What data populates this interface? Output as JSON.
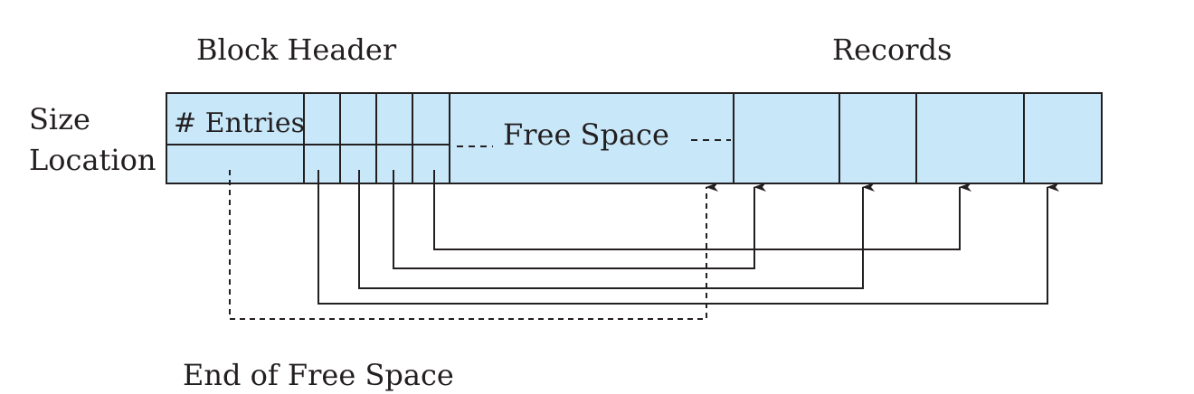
{
  "labels": {
    "block_header": "Block Header",
    "records": "Records",
    "size": "Size",
    "location": "Location",
    "entries": "# Entries",
    "free_space": "Free Space",
    "end_of_free_space": "End of Free Space"
  },
  "colors": {
    "fill": "#c8e8fa",
    "stroke": "#231f20",
    "text": "#231f20"
  }
}
